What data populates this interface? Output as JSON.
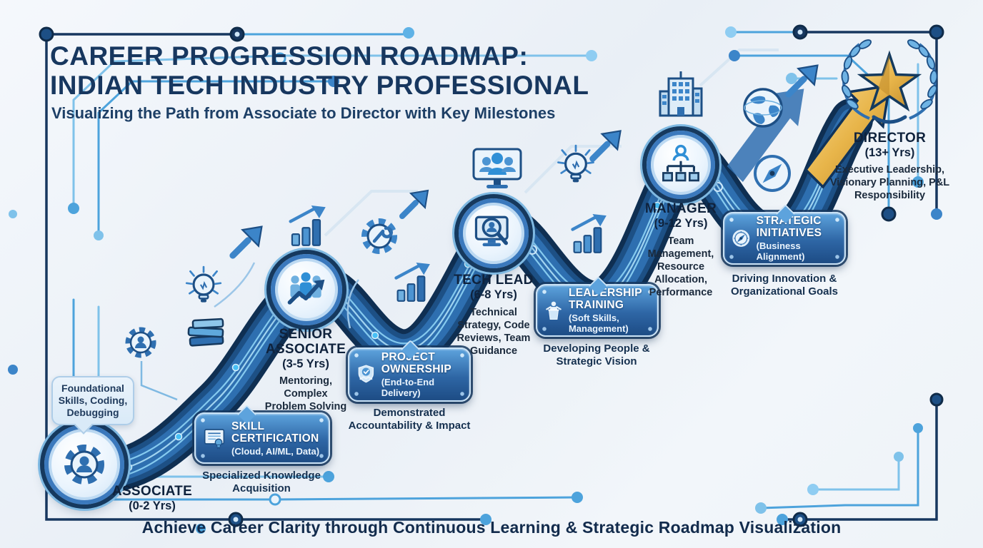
{
  "header": {
    "title_line1": "CAREER PROGRESSION ROADMAP:",
    "title_line2": "INDIAN TECH INDUSTRY PROFESSIONAL",
    "subtitle": "Visualizing the Path from Associate to Director with Key Milestones"
  },
  "stages": [
    {
      "name": "ASSOCIATE",
      "years": "(0-2 Yrs)",
      "callout": "Foundational Skills, Coding, Debugging"
    },
    {
      "name": "SENIOR ASSOCIATE",
      "years": "(3-5 Yrs)",
      "description": "Mentoring, Complex Problem Solving"
    },
    {
      "name": "TECH LEAD",
      "years": "(6-8 Yrs)",
      "description": "Technical Strategy, Code Reviews, Team Guidance"
    },
    {
      "name": "MANAGER",
      "years": "(9-12 Yrs)",
      "description": "Team Management, Resource Allocation, Performance"
    },
    {
      "name": "DIRECTOR",
      "years": "(13+ Yrs)",
      "description": "Executive Leadership, Visionary Planning, P&L Responsibility"
    }
  ],
  "milestones": [
    {
      "title": "SKILL CERTIFICATION",
      "subtitle": "(Cloud, AI/ML, Data)",
      "caption": "Specialized Knowledge Acquisition"
    },
    {
      "title": "PROJECT OWNERSHIP",
      "subtitle": "(End-to-End Delivery)",
      "caption": "Demonstrated Accountability & Impact"
    },
    {
      "title": "LEADERSHIP TRAINING",
      "subtitle": "(Soft Skills, Management)",
      "caption": "Developing People & Strategic Vision"
    },
    {
      "title": "STRATEGIC INITIATIVES",
      "subtitle": "(Business Alignment)",
      "caption": "Driving Innovation & Organizational Goals"
    }
  ],
  "footer": {
    "tagline": "Achieve Career Clarity through Continuous Learning & Strategic Roadmap Visualization"
  },
  "colors": {
    "navy": "#16324f",
    "band_dark": "#123a60",
    "band_mid": "#2a6db3",
    "accent_dot": "#39a9e0",
    "badge_top": "#5da3dd",
    "badge_bottom": "#1d4c85",
    "gold": "#e8b54a"
  }
}
